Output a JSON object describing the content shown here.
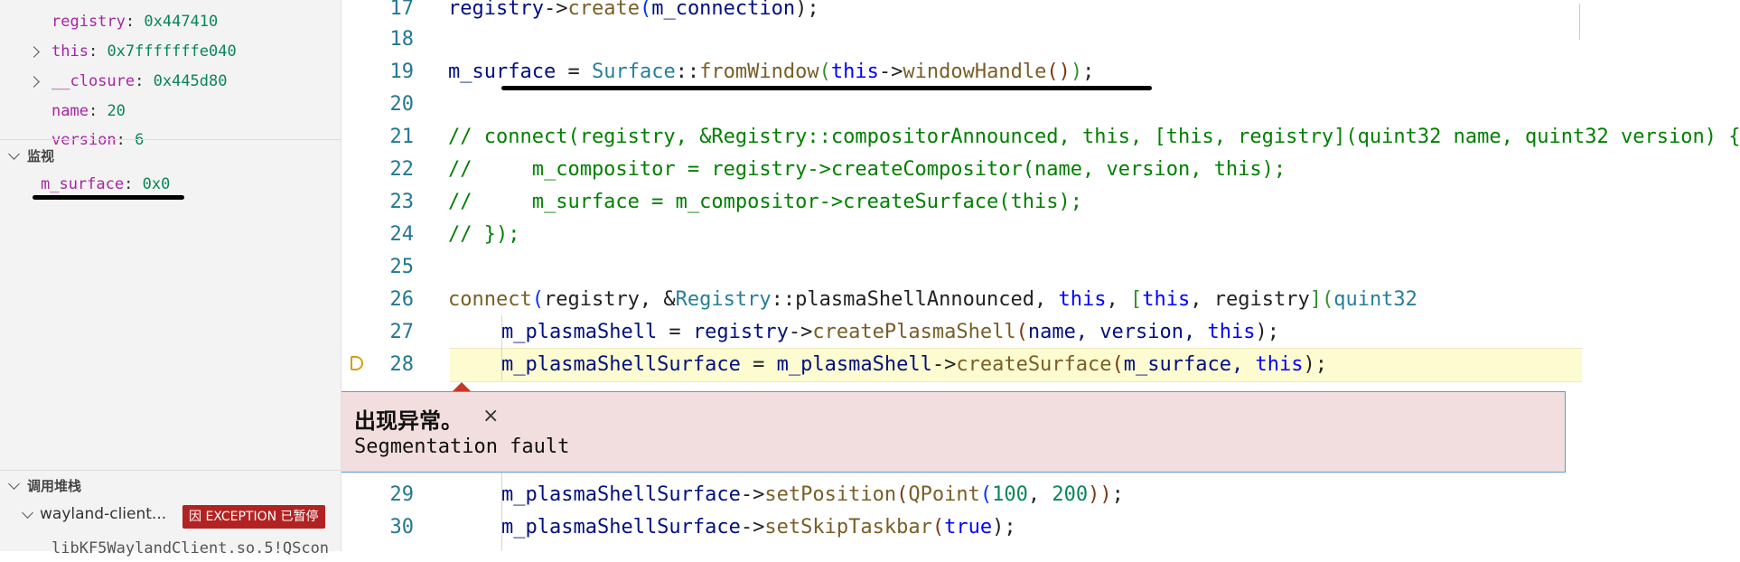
{
  "sidebar": {
    "variables": [
      {
        "name": "registry",
        "value": "0x447410",
        "expandable": false
      },
      {
        "name": "this",
        "value": "0x7fffffffe040",
        "expandable": true
      },
      {
        "name": "__closure",
        "value": "0x445d80",
        "expandable": true
      },
      {
        "name": "name",
        "value": "20",
        "expandable": false
      },
      {
        "name": "version",
        "value": "6",
        "expandable": false
      }
    ],
    "watch": {
      "title": "监视",
      "items": [
        {
          "name": "m_surface",
          "value": "0x0"
        }
      ]
    },
    "callstack": {
      "title": "调用堆栈",
      "thread": "wayland-client...",
      "badge": "因 EXCEPTION 已暂停",
      "frame": "libKF5WaylandClient.so.5!QScon"
    },
    "colors": {
      "badge_bg": "#b22222",
      "var_name": "#a626a4",
      "var_value": "#098658"
    }
  },
  "editor": {
    "line_numbers": [
      "17",
      "18",
      "19",
      "20",
      "21",
      "22",
      "23",
      "24",
      "25",
      "26",
      "27",
      "28",
      "29",
      "30"
    ],
    "lines": {
      "l17": [
        "registry",
        "->",
        "create",
        "(",
        "m_connection",
        ");"
      ],
      "l19": [
        "m_surface",
        " = ",
        "Surface",
        "::",
        "fromWindow",
        "(",
        "this",
        "->",
        "windowHandle",
        "()",
        ")",
        ";"
      ],
      "l21": "// connect(registry, &Registry::compositorAnnounced, this, [this, registry](quint32 name, quint32 version) {",
      "l22": "//     m_compositor = registry->createCompositor(name, version, this);",
      "l23": "//     m_surface = m_compositor->createSurface(this);",
      "l24": "// });",
      "l26": [
        "connect",
        "(",
        "registry, &",
        "Registry",
        "::plasmaShellAnnounced, ",
        "this",
        ", ",
        "[",
        "this",
        ", registry",
        "]",
        "(",
        "quint32"
      ],
      "l27": [
        "m_plasmaShell",
        " = ",
        "registry",
        "->",
        "createPlasmaShell",
        "(",
        "name, version, ",
        "this",
        ");"
      ],
      "l28": [
        "m_plasmaShellSurface",
        " = ",
        "m_plasmaShell",
        "->",
        "createSurface",
        "(",
        "m_surface, ",
        "this",
        ");"
      ],
      "l29": [
        "m_plasmaShellSurface",
        "->",
        "setPosition",
        "(",
        "QPoint",
        "(",
        "100",
        ", ",
        "200",
        "))",
        ";"
      ],
      "l30": [
        "m_plasmaShellSurface",
        "->",
        "setSkipTaskbar",
        "(",
        "true",
        ");"
      ]
    },
    "exception": {
      "title": "出现异常。",
      "close": "×",
      "message": "Segmentation fault"
    },
    "colors": {
      "line_number": "#237893",
      "comment": "#008000",
      "keyword": "#0000ff",
      "type": "#267f99",
      "function": "#795e26",
      "current_line": "#fdfbd0",
      "exception_bg": "#f2dede"
    }
  }
}
